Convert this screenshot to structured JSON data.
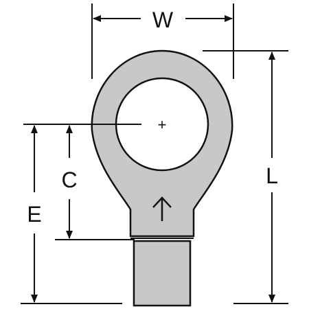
{
  "diagram": {
    "labels": {
      "width": "W",
      "length": "L",
      "center": "C",
      "end": "E"
    },
    "center_mark": "+",
    "colors": {
      "terminal_fill": "#c8c8c8",
      "line": "#111111",
      "background": "#ffffff"
    }
  }
}
